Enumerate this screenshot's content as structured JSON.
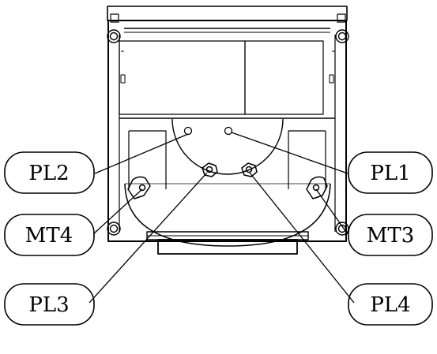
{
  "callouts": {
    "pl2": "PL2",
    "pl1": "PL1",
    "mt4": "MT4",
    "mt3": "MT3",
    "pl3": "PL3",
    "pl4": "PL4"
  }
}
